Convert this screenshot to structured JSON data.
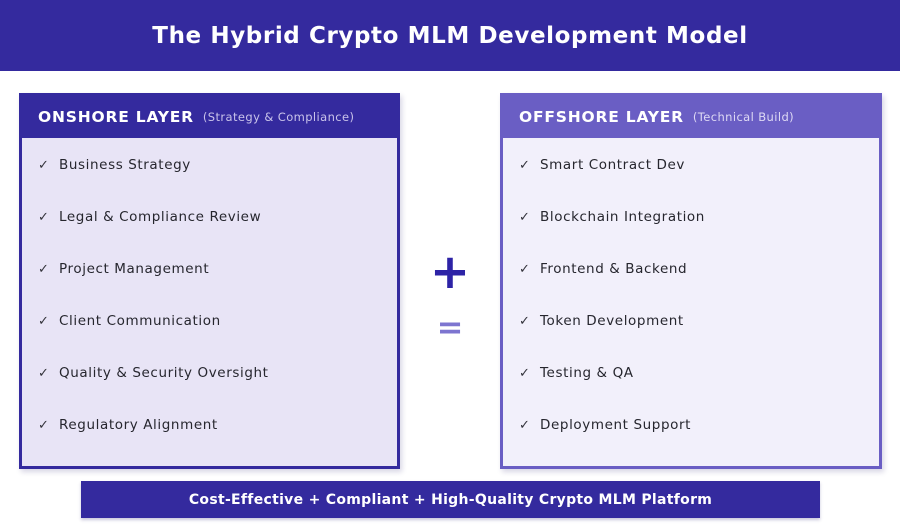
{
  "header": {
    "title": "The Hybrid Crypto MLM Development Model"
  },
  "onshore": {
    "title": "ONSHORE LAYER",
    "subtitle": "(Strategy & Compliance)",
    "items": [
      "Business Strategy",
      "Legal & Compliance Review",
      "Project Management",
      "Client Communication",
      "Quality & Security Oversight",
      "Regulatory Alignment"
    ]
  },
  "offshore": {
    "title": "OFFSHORE LAYER",
    "subtitle": "(Technical Build)",
    "items": [
      "Smart Contract Dev",
      "Blockchain Integration",
      "Frontend & Backend",
      "Token Development",
      "Testing & QA",
      "Deployment Support"
    ]
  },
  "operators": {
    "plus": "+",
    "equals": "="
  },
  "footer": {
    "label": "Cost-Effective + Compliant + High-Quality Crypto MLM Platform"
  },
  "icons": {
    "check": "✓"
  },
  "colors": {
    "primary": "#342a9e",
    "secondary": "#6a5ec4",
    "onshore_body": "#e8e4f6",
    "offshore_body": "#f2f0fb",
    "plus": "#2d23a6",
    "equals": "#7d75d0"
  }
}
